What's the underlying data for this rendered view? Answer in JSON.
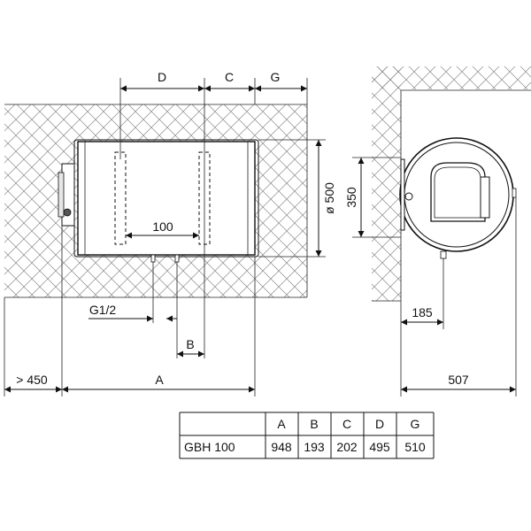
{
  "dimensions": {
    "D": "D",
    "C": "C",
    "G": "G",
    "diameter": "ø 500",
    "height350": "350",
    "spacing100": "100",
    "thread": "G1/2",
    "B": "B",
    "clearance": "> 450",
    "A": "A",
    "depth185": "185",
    "depth507": "507"
  },
  "table": {
    "headers": [
      "",
      "A",
      "B",
      "C",
      "D",
      "G"
    ],
    "rows": [
      [
        "GBH 100",
        "948",
        "193",
        "202",
        "495",
        "510"
      ]
    ]
  }
}
